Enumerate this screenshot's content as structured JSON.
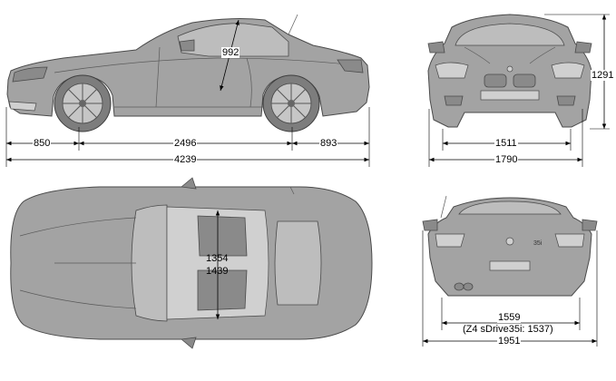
{
  "dimensions": {
    "side_height_diag": "992",
    "front_overhang": "850",
    "wheelbase": "2496",
    "rear_overhang": "893",
    "overall_length": "4239",
    "overall_height": "1291",
    "front_track": "1511",
    "overall_width": "1790",
    "interior_length_a": "1354",
    "interior_length_b": "1439",
    "rear_track": "1559",
    "rear_track_note": "(Z4 sDrive35i: 1537)",
    "width_with_mirrors": "1951"
  },
  "markings": {
    "rear_badge": "35i"
  },
  "colors": {
    "body": "#a3a3a3",
    "outline": "#4a4a4a",
    "glass": "#bdbdbd",
    "dimension_ink": "#000000",
    "background": "#ffffff"
  }
}
